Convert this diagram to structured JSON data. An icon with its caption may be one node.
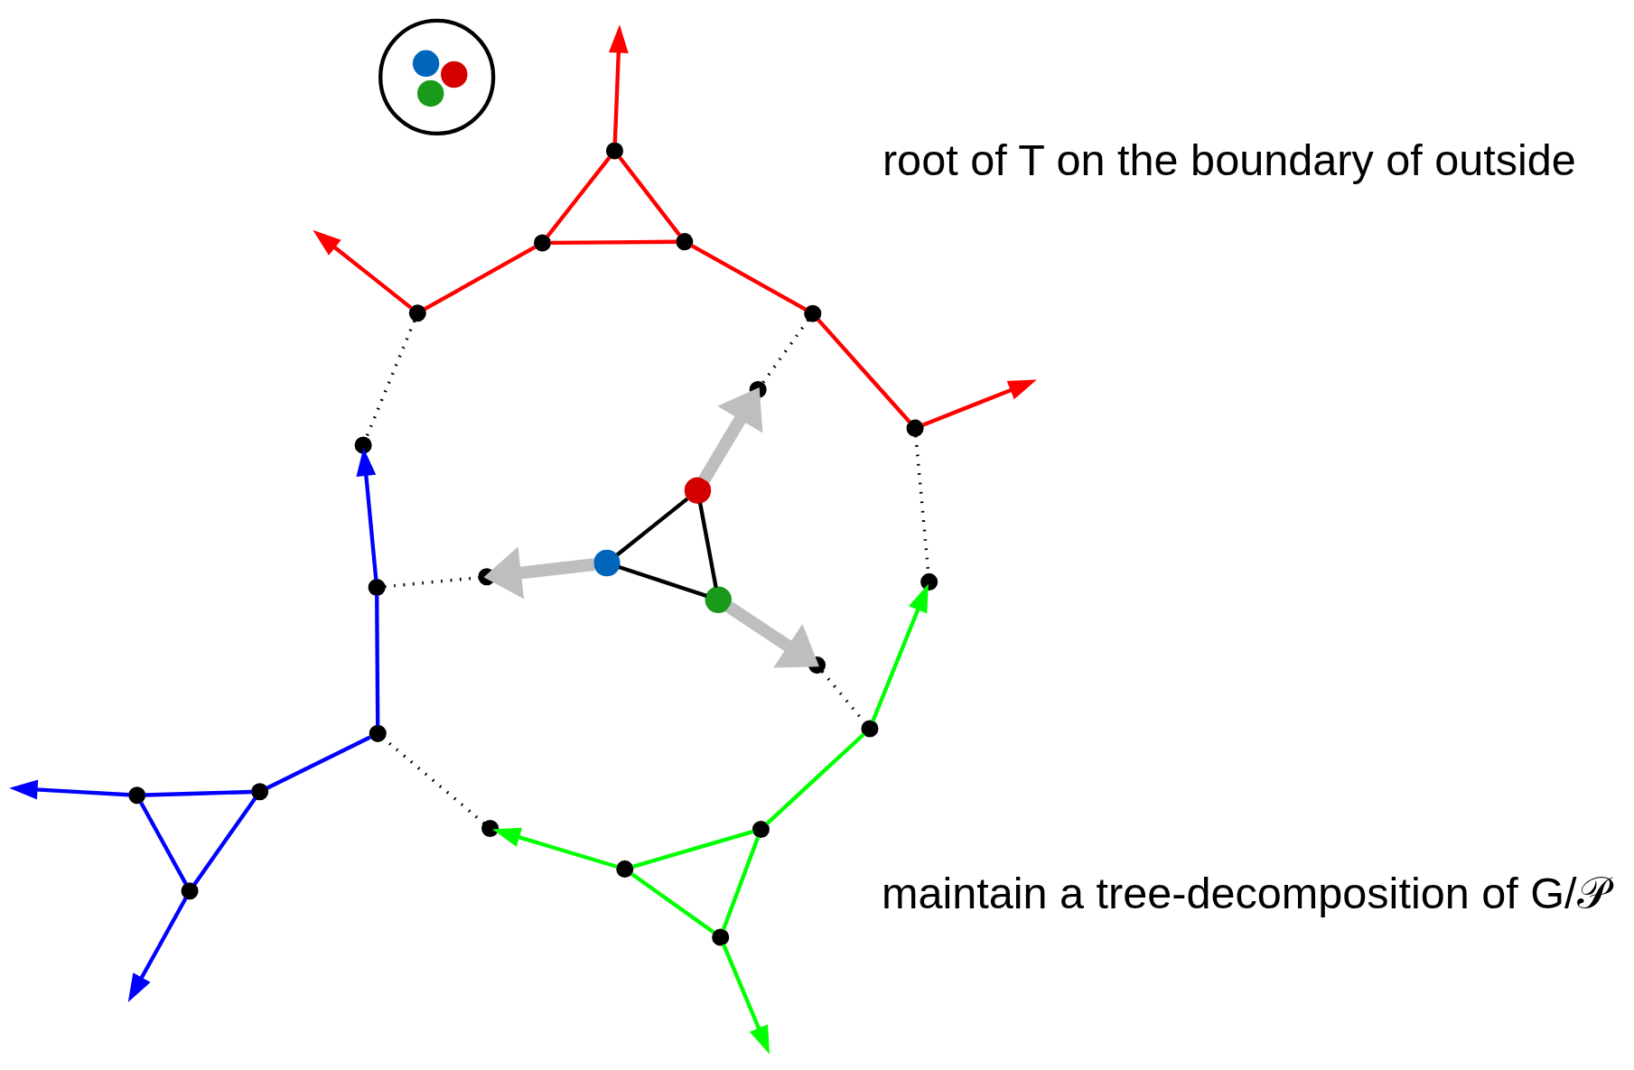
{
  "diagram": {
    "nodes": [
      {
        "text": [],
        "shape": "circle"
      },
      {
        "text": [],
        "shape": "circle"
      },
      {
        "text": [],
        "shape": "circle"
      },
      {
        "text": [],
        "shape": "circle"
      },
      {
        "text": [],
        "shape": "circle"
      },
      {
        "text": [],
        "shape": "circle"
      },
      {
        "text": [],
        "shape": "circle"
      },
      {
        "text": [],
        "shape": "circle"
      },
      {
        "text": [],
        "shape": "circle"
      },
      {
        "text": [],
        "shape": "circle"
      },
      {
        "text": [],
        "shape": "circle"
      },
      {
        "text": [],
        "shape": "circle"
      },
      {
        "text": [],
        "shape": "circle"
      },
      {
        "text": [],
        "shape": "circle"
      },
      {
        "text": [],
        "shape": "circle"
      },
      {
        "text": [],
        "shape": "circle"
      },
      {
        "text": [],
        "shape": "circle"
      },
      {
        "text": [],
        "shape": "circle"
      },
      {
        "text": [],
        "shape": "circle"
      },
      {
        "text": [],
        "shape": "circle"
      },
      {
        "text": [],
        "shape": "circle"
      },
      {
        "text": [],
        "shape": "circle"
      },
      {
        "text": [],
        "shape": "circle"
      },
      {
        "text": [],
        "shape": "circle"
      },
      {
        "text": [],
        "shape": "circle"
      },
      {
        "text": [],
        "shape": "circle",
        "in": 24
      },
      {
        "text": [],
        "shape": "circle",
        "in": 24
      },
      {
        "text": [],
        "shape": "circle",
        "in": 24
      }
    ],
    "edges": [
      {
        "from": 0,
        "to": 1,
        "arrow": "none",
        "color": "#ff0000"
      },
      {
        "from": 0,
        "to": 2,
        "arrow": "none",
        "color": "#ff0000"
      },
      {
        "from": 1,
        "to": 2,
        "arrow": "none",
        "color": "#ff0000"
      },
      {
        "from": 0,
        "to": null,
        "arrow": "to",
        "color": "#ff0000"
      },
      {
        "from": 2,
        "to": 5,
        "arrow": "none",
        "color": "#ff0000"
      },
      {
        "from": 5,
        "to": null,
        "arrow": "to",
        "color": "#ff0000"
      },
      {
        "from": 1,
        "to": 3,
        "arrow": "none",
        "color": "#ff0000"
      },
      {
        "from": 3,
        "to": 4,
        "arrow": "none",
        "color": "#ff0000"
      },
      {
        "from": 4,
        "to": null,
        "arrow": "to",
        "color": "#ff0000"
      },
      {
        "from": 8,
        "to": 6,
        "arrow": "to",
        "color": "#00ff00"
      },
      {
        "from": 8,
        "to": 9,
        "arrow": "none",
        "color": "#00ff00"
      },
      {
        "from": 9,
        "to": 10,
        "arrow": "none",
        "color": "#00ff00"
      },
      {
        "from": 10,
        "to": 11,
        "arrow": "none",
        "color": "#00ff00"
      },
      {
        "from": 9,
        "to": 11,
        "arrow": "none",
        "color": "#00ff00"
      },
      {
        "from": 10,
        "to": null,
        "arrow": "to",
        "color": "#00ff00"
      },
      {
        "from": 11,
        "to": 12,
        "arrow": "to",
        "color": "#00ff00"
      },
      {
        "from": 14,
        "to": 13,
        "arrow": "to",
        "color": "#0000ff"
      },
      {
        "from": 16,
        "to": 14,
        "arrow": "none",
        "color": "#0000ff"
      },
      {
        "from": 16,
        "to": 17,
        "arrow": "none",
        "color": "#0000ff"
      },
      {
        "from": 17,
        "to": 18,
        "arrow": "none",
        "color": "#0000ff"
      },
      {
        "from": 18,
        "to": 19,
        "arrow": "none",
        "color": "#0000ff"
      },
      {
        "from": 17,
        "to": 19,
        "arrow": "none",
        "color": "#0000ff"
      },
      {
        "from": 18,
        "to": null,
        "arrow": "to",
        "color": "#0000ff"
      },
      {
        "from": 19,
        "to": null,
        "arrow": "to",
        "color": "#0000ff"
      },
      {
        "from": 3,
        "to": 20,
        "arrow": "none",
        "style": "dashed",
        "color": "#000000"
      },
      {
        "from": 4,
        "to": 6,
        "arrow": "none",
        "style": "dashed",
        "color": "#000000"
      },
      {
        "from": 5,
        "to": 13,
        "arrow": "none",
        "style": "dashed",
        "color": "#000000"
      },
      {
        "from": 14,
        "to": 15,
        "arrow": "none",
        "style": "dashed",
        "color": "#000000"
      },
      {
        "from": 12,
        "to": 16,
        "arrow": "none",
        "style": "dashed",
        "color": "#000000"
      },
      {
        "from": 7,
        "to": 8,
        "arrow": "none",
        "style": "dashed",
        "color": "#000000"
      },
      {
        "from": 21,
        "to": 22,
        "arrow": "none",
        "color": "#000000"
      },
      {
        "from": 22,
        "to": 23,
        "arrow": "none",
        "color": "#000000"
      },
      {
        "from": 21,
        "to": 23,
        "arrow": "none",
        "color": "#000000"
      },
      {
        "from": 21,
        "to": 20,
        "arrow": "to",
        "style": "thick",
        "color": "#bebebe"
      },
      {
        "from": 22,
        "to": 7,
        "arrow": "to",
        "style": "thick",
        "color": "#bebebe"
      },
      {
        "from": 23,
        "to": 15,
        "arrow": "to",
        "style": "thick",
        "color": "#bebebe"
      }
    ],
    "labels": [
      "root of T on the boundary of outside",
      "maintain a tree-decomposition of G/𝒫"
    ]
  }
}
